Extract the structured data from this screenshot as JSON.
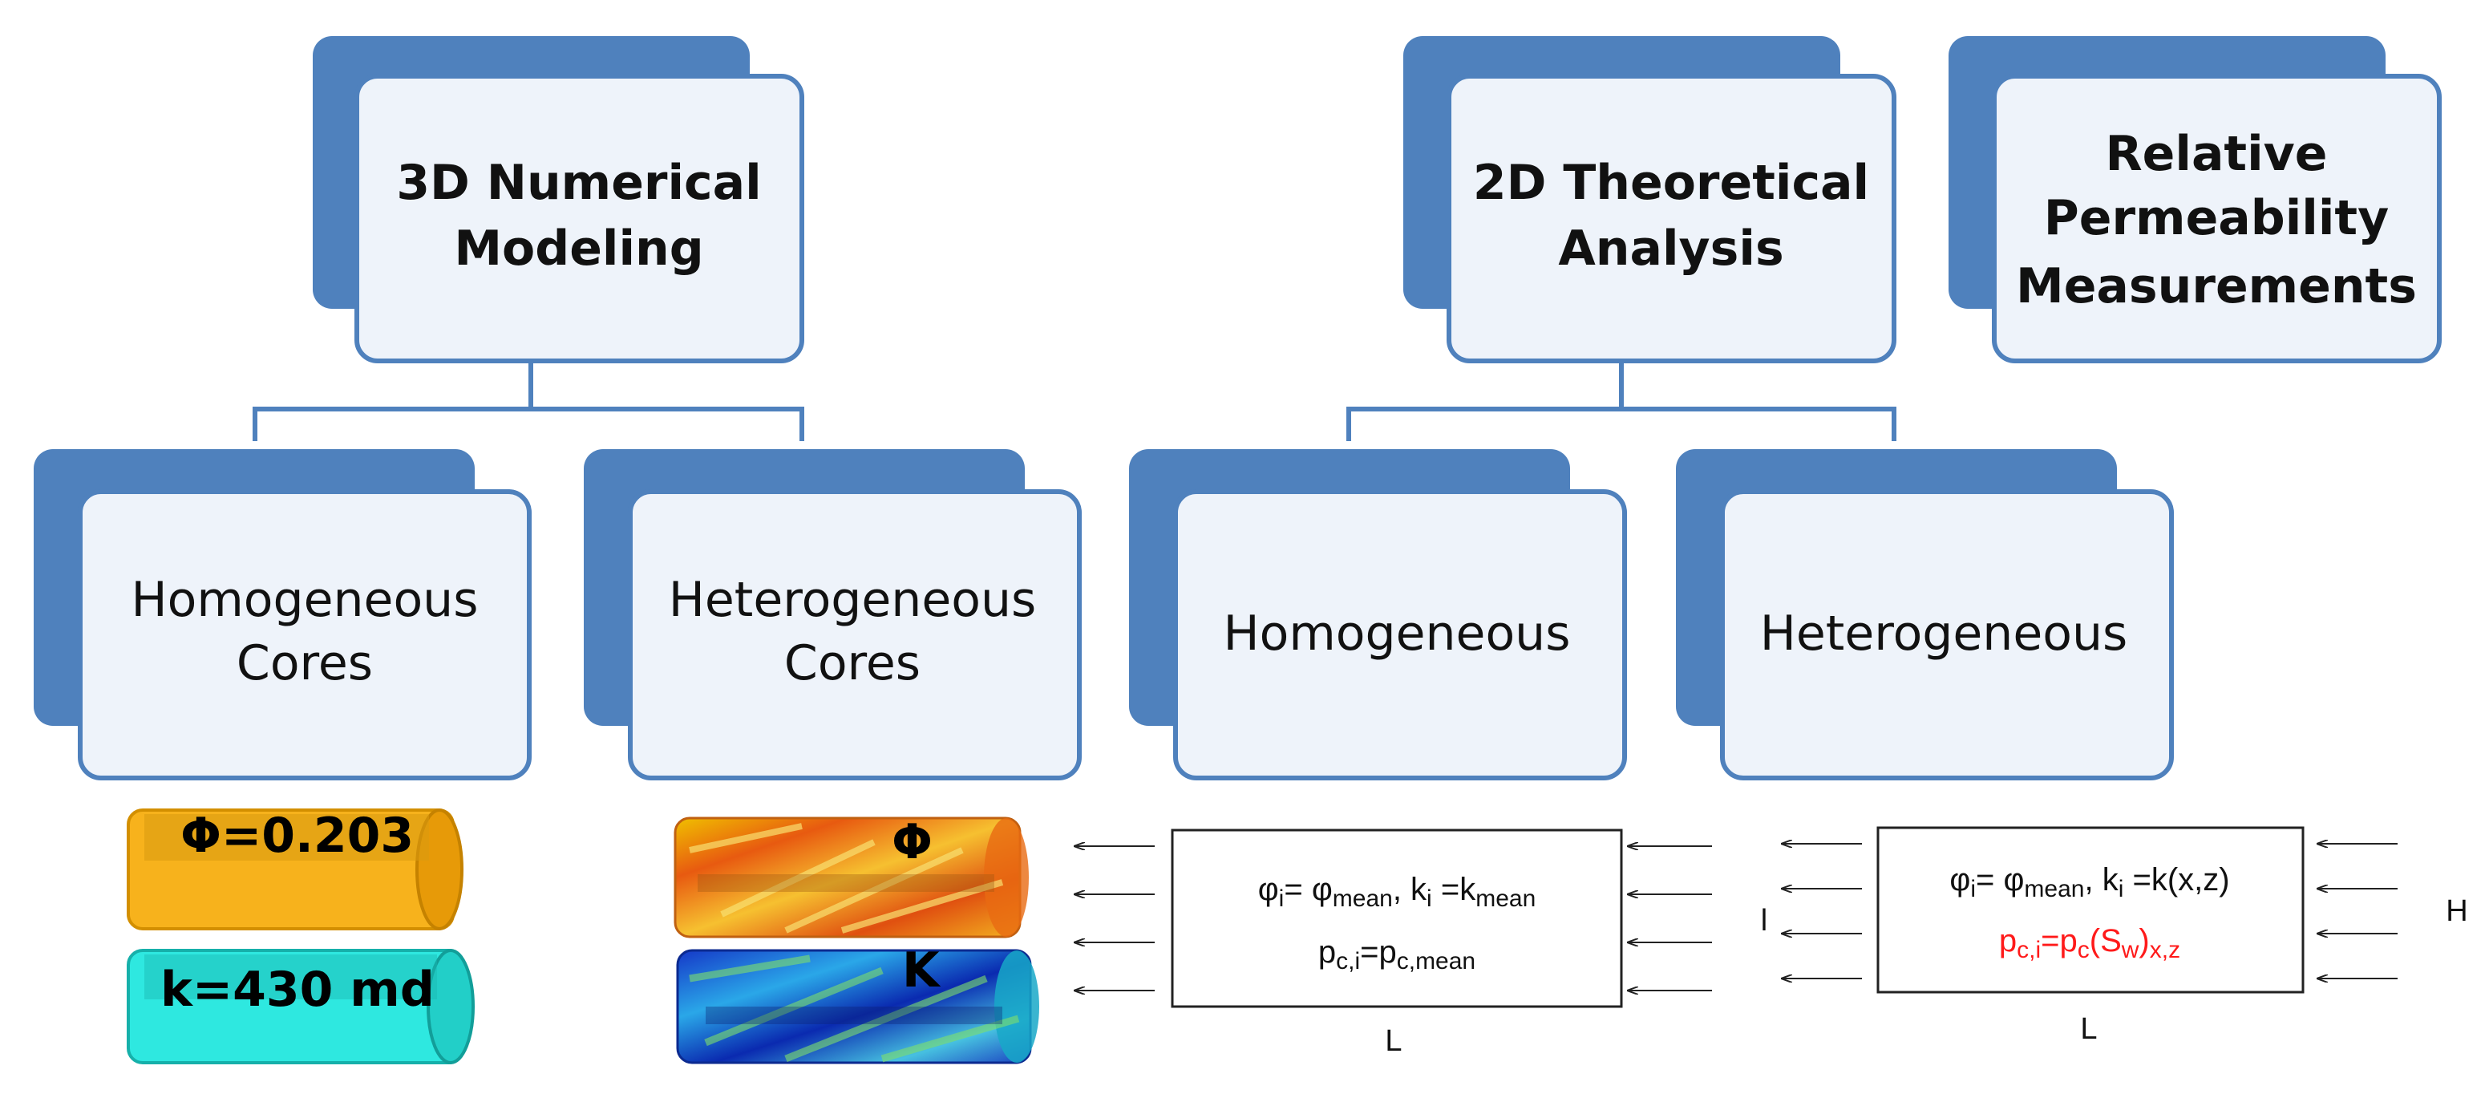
{
  "colors": {
    "box_fill": "#4f81bd",
    "box_face": "#eef3fa",
    "box_border": "#4f81bd",
    "connector": "#4f81bd",
    "porosity_cylinder": "#f7b21c",
    "permeability_cylinder": "#2ee8e0",
    "highlight_red": "#ff1a1a"
  },
  "nodes": {
    "numerical": {
      "line1": "3D Numerical",
      "line2": "Modeling"
    },
    "theoretical": {
      "line1": "2D Theoretical",
      "line2": "Analysis"
    },
    "relperm": {
      "line1": "Relative",
      "line2": "Permeability",
      "line3": "Measurements"
    },
    "hom_cores": {
      "line1": "Homogeneous",
      "line2": "Cores"
    },
    "het_cores": {
      "line1": "Heterogeneous",
      "line2": "Cores"
    },
    "hom": {
      "line1": "Homogeneous"
    },
    "het": {
      "line1": "Heterogeneous"
    }
  },
  "cores": {
    "porosity_label": "Φ=0.203",
    "permeability_label": "k=430 md",
    "het_porosity_symbol": "Φ",
    "het_permeability_symbol": "K"
  },
  "homogeneous_model": {
    "line1": {
      "a": "φ",
      "a_sub": "i",
      "b": "= φ",
      "b_sub": "mean",
      "c": ", k",
      "c_sub": "i",
      "d": " =k",
      "d_sub": "mean"
    },
    "line2": {
      "a": "p",
      "a_sub": "c,i",
      "b": "=p",
      "b_sub": "c,mean"
    },
    "width_label": "L",
    "height_label": "l"
  },
  "heterogeneous_model": {
    "line1": {
      "a": "φ",
      "a_sub": "i",
      "b": "= φ",
      "b_sub": "mean",
      "c": ", k",
      "c_sub": "i",
      "d": " =k(x,z)"
    },
    "line2": {
      "a": "p",
      "a_sub": "c,i",
      "b": "=p",
      "b_sub": "c",
      "c": "(S",
      "c_sub": "w",
      "d": ")",
      "d_sub": "x,z"
    },
    "width_label": "L",
    "height_label": "H"
  }
}
